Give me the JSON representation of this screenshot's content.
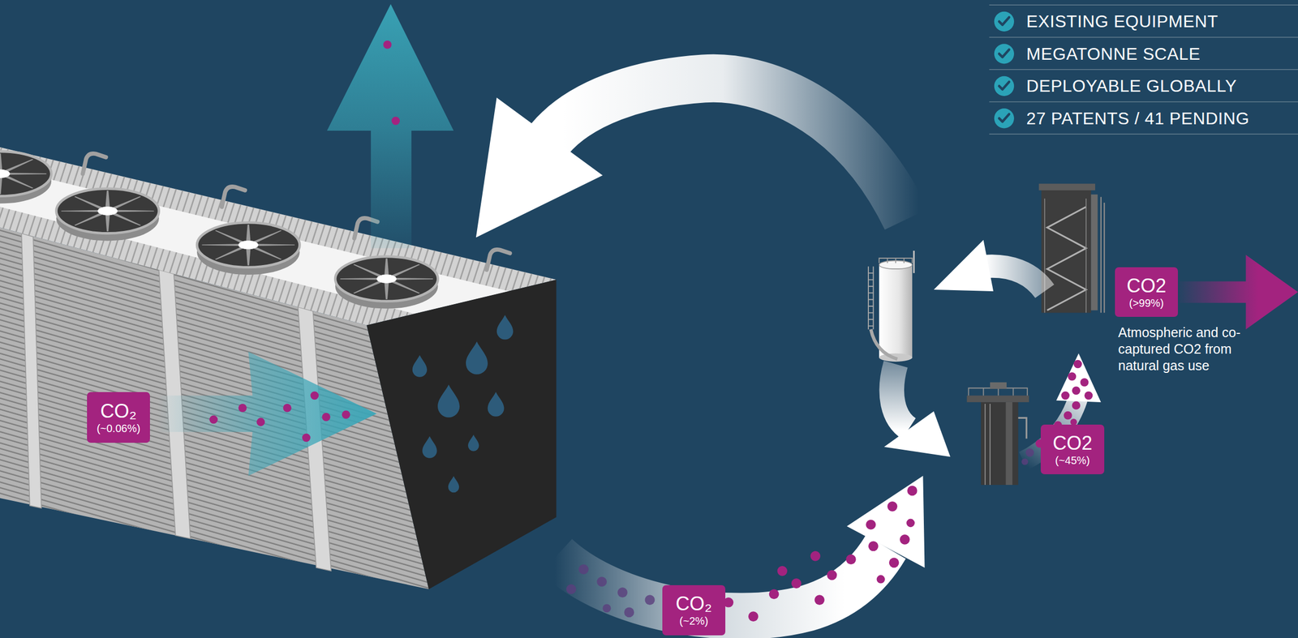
{
  "diagram": {
    "nodes": [
      {
        "text": [
          "CO2",
          "(>99%)"
        ]
      },
      {
        "text": [
          "CO₂",
          "(~0.06%)"
        ]
      },
      {
        "text": [
          "CO2",
          "(~45%)"
        ]
      },
      {
        "text": [
          "CO₂",
          "(~2%)"
        ]
      }
    ],
    "labels": [
      "EXISTING EQUIPMENT",
      "MEGATONNE SCALE",
      "DEPLOYABLE GLOBALLY",
      "27 PATENTS / 41 PENDING",
      "Atmospheric and co-captured CO2 from natural gas use"
    ]
  }
}
